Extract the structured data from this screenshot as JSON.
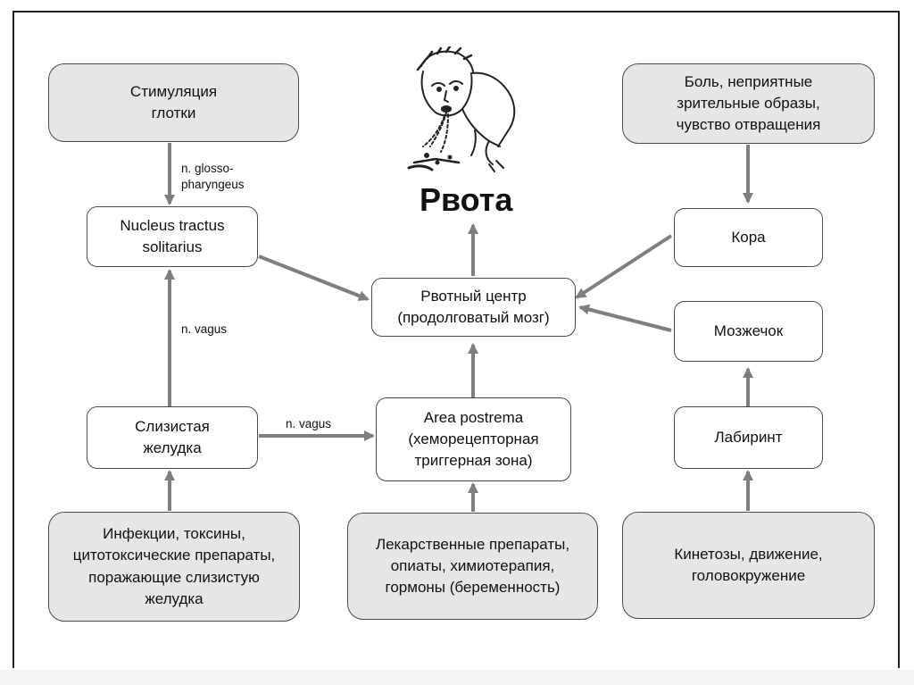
{
  "title": "Рвота",
  "boxes": {
    "stim_pharynx": "Стимуляция\nглотки",
    "nts": "Nucleus tractus\nsolitarius",
    "gastric_mucosa": "Слизистая\nжелудка",
    "infections": "Инфекции, токсины,\nцитотоксические препараты,\nпоражающие слизистую\nжелудка",
    "vomit_center": "Рвотный центр\n(продолговатый мозг)",
    "area_postrema": "Area postrema\n(хеморецепторная\nтриггерная зона)",
    "drugs": "Лекарственные препараты,\nопиаты, химиотерапия,\nгормоны (беременность)",
    "pain": "Боль, неприятные\nзрительные образы,\nчувство отвращения",
    "cortex": "Кора",
    "cerebellum": "Мозжечок",
    "labyrinth": "Лабиринт",
    "kinetosis": "Кинетозы, движение,\nголовокружение"
  },
  "labels": {
    "glossopharyngeus": "n. glosso-\npharyngeus",
    "vagus_vertical": "n. vagus",
    "vagus_horizontal": "n. vagus"
  },
  "colors": {
    "gray_box": "#e6e6e6",
    "arrow": "#7f7f7f",
    "border": "#4a4a4a"
  }
}
